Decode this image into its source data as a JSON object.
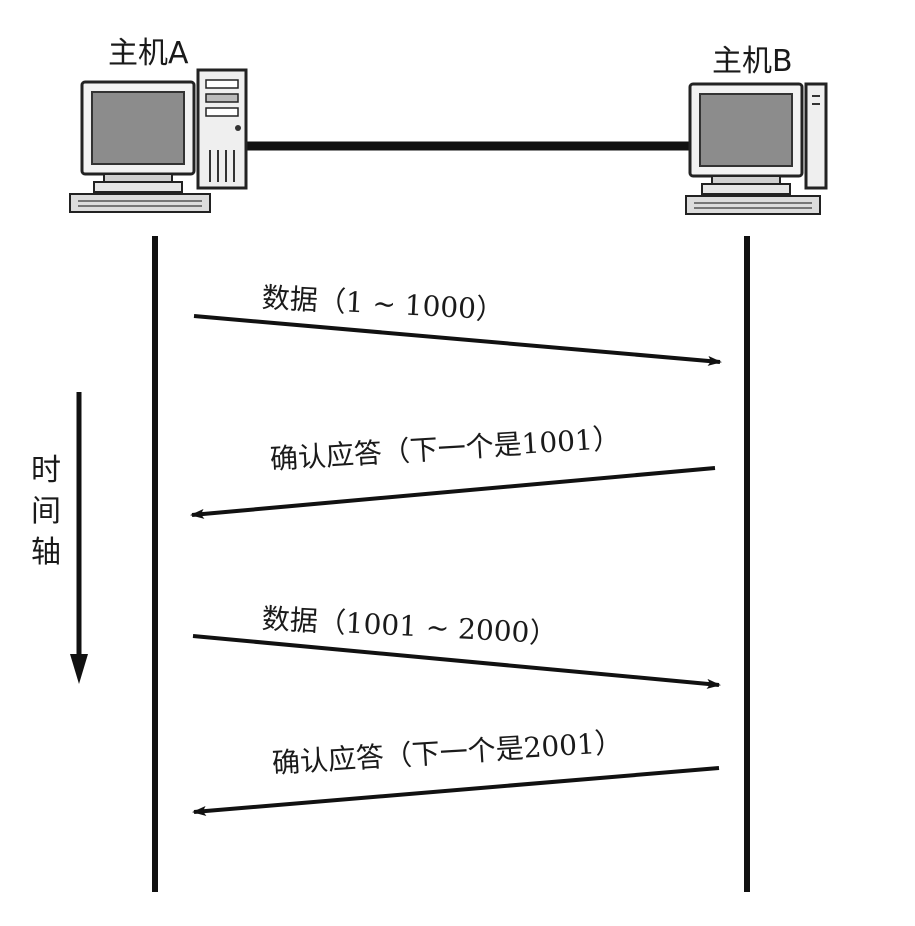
{
  "hosts": {
    "a": {
      "label": "主机A"
    },
    "b": {
      "label": "主机B"
    }
  },
  "time_axis": {
    "chars": [
      "时",
      "间",
      "轴"
    ]
  },
  "messages": [
    {
      "label": "数据（1 ~ 1000）",
      "direction": "A-to-B"
    },
    {
      "label": "确认应答（下一个是1001）",
      "direction": "B-to-A"
    },
    {
      "label": "数据（1001 ~ 2000）",
      "direction": "A-to-B"
    },
    {
      "label": "确认应答（下一个是2001）",
      "direction": "B-to-A"
    }
  ]
}
